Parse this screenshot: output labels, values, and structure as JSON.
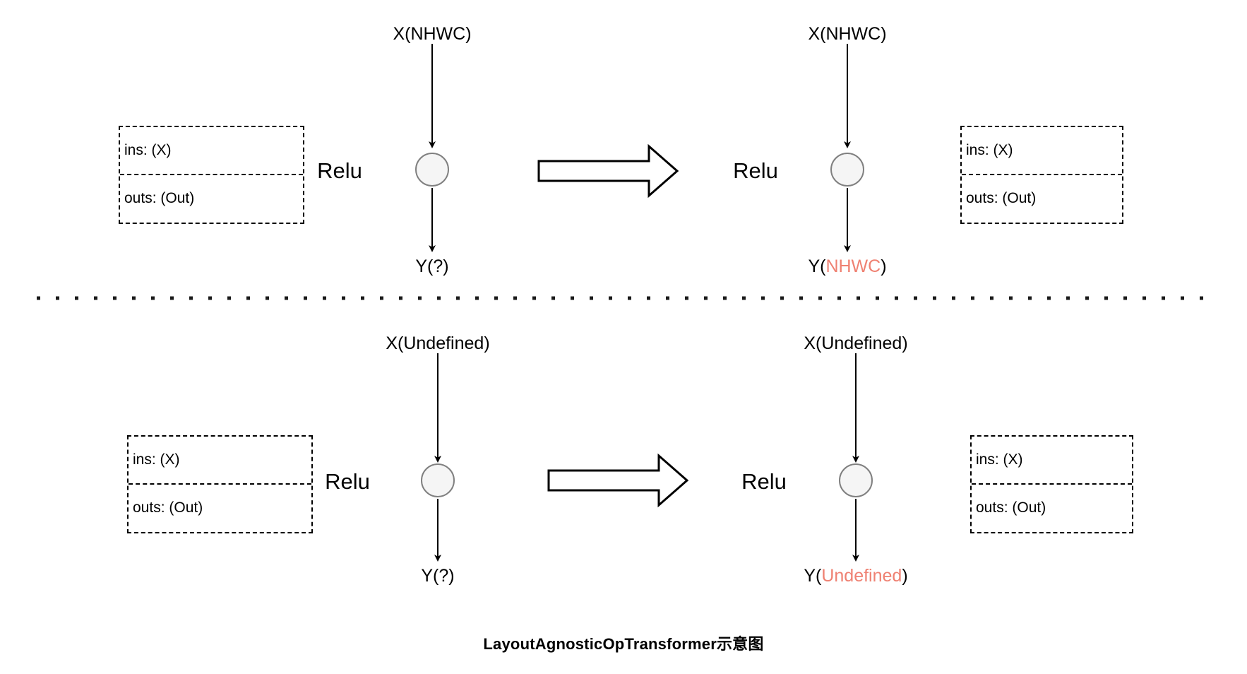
{
  "figure": {
    "caption": "LayoutAgnosticOpTransformer示意图",
    "accent_color": "#ef8172",
    "node_fill": "#f5f5f5",
    "node_stroke": "#808080",
    "line_color": "#000000"
  },
  "rows": [
    {
      "id": "nhwc-row",
      "before": {
        "input_label": "X(NHWC)",
        "op_label": "Relu",
        "output_prefix": "Y(",
        "output_value": "?",
        "output_suffix": ")",
        "output_value_highlighted": false,
        "attrs": {
          "ins": "ins: (X)",
          "outs": "outs: (Out)"
        }
      },
      "transform_arrow": "block-arrow-right",
      "after": {
        "input_label": "X(NHWC)",
        "op_label": "Relu",
        "output_prefix": "Y(",
        "output_value": "NHWC",
        "output_suffix": ")",
        "output_value_highlighted": true,
        "attrs": {
          "ins": "ins: (X)",
          "outs": "outs: (Out)"
        }
      }
    },
    {
      "id": "undefined-row",
      "before": {
        "input_label": "X(Undefined)",
        "op_label": "Relu",
        "output_prefix": "Y(",
        "output_value": "?",
        "output_suffix": ")",
        "output_value_highlighted": false,
        "attrs": {
          "ins": "ins: (X)",
          "outs": "outs: (Out)"
        }
      },
      "transform_arrow": "block-arrow-right",
      "after": {
        "input_label": "X(Undefined)",
        "op_label": "Relu",
        "output_prefix": "Y(",
        "output_value": "Undefined",
        "output_suffix": ")",
        "output_value_highlighted": true,
        "attrs": {
          "ins": "ins: (X)",
          "outs": "outs: (Out)"
        }
      }
    }
  ],
  "divider": {
    "style": "dotted"
  }
}
